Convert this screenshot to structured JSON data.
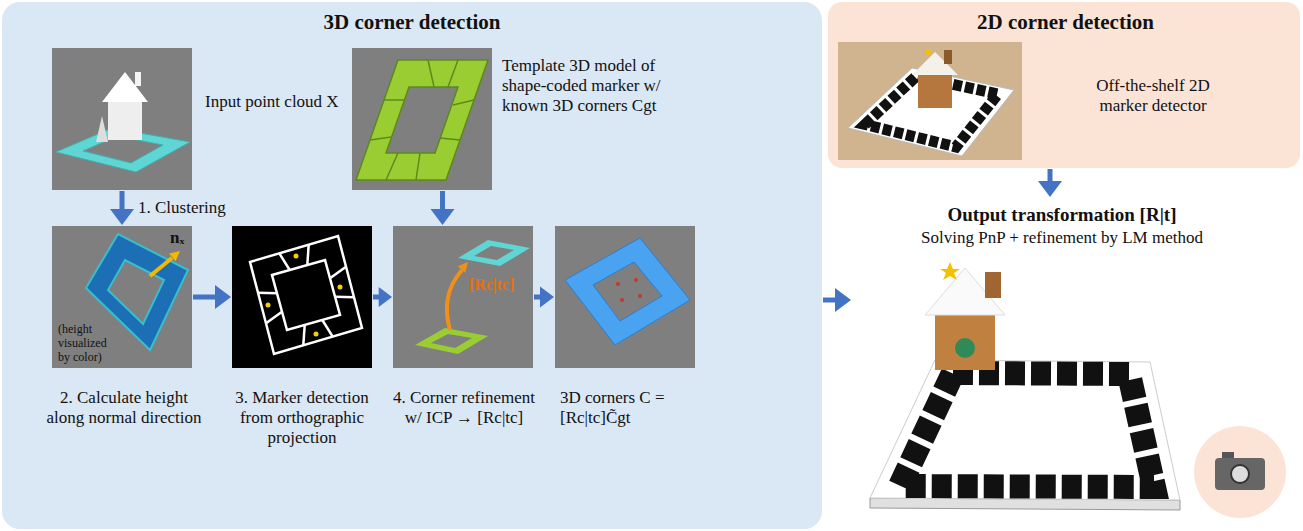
{
  "diagram": {
    "nodes": [
      {
        "text": [
          "3D corner detection"
        ]
      },
      {
        "text": [
          "Input point cloud X"
        ],
        "in": 0
      },
      {
        "text": [
          "Template 3D model of shape-coded marker w/ known 3D corners Cgt"
        ],
        "in": 0
      },
      {
        "text": [
          "nₓ",
          "(height visualized by color)",
          "2. Calculate height along normal direction"
        ],
        "in": 0
      },
      {
        "text": [
          "3. Marker detection from orthographic projection"
        ],
        "in": 0
      },
      {
        "text": [
          "[Rc|tc]",
          "4. Corner refinement w/ ICP → [Rc|tc]"
        ],
        "in": 0
      },
      {
        "text": [
          "3D corners C = [Rc|tc]C̃gt"
        ],
        "in": 0
      },
      {
        "text": [
          "2D corner detection",
          "Off-the-shelf 2D marker detector"
        ]
      },
      {
        "text": [
          "Output transformation [R|t]",
          "Solving PnP + refinement by LM method"
        ]
      }
    ],
    "edges": [
      {
        "from": 1,
        "to": 3,
        "arrow": "to",
        "label": "1. Clustering"
      },
      {
        "from": 2,
        "to": 5,
        "arrow": "to"
      },
      {
        "from": 3,
        "to": 4,
        "arrow": "to"
      },
      {
        "from": 4,
        "to": 5,
        "arrow": "to"
      },
      {
        "from": 5,
        "to": 6,
        "arrow": "to"
      },
      {
        "from": 0,
        "to": 8,
        "arrow": "to"
      },
      {
        "from": 7,
        "to": 8,
        "arrow": "to"
      }
    ]
  }
}
